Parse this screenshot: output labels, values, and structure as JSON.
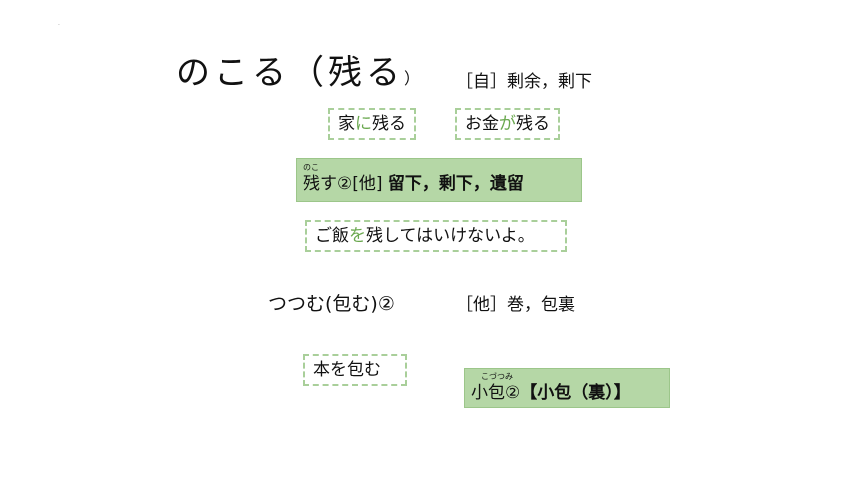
{
  "slide": {
    "dot": "·",
    "title_main": "のこる（残る",
    "title_close": "）",
    "def_nokoru": "［自］剰余，剰下",
    "ex_ie_1": "家",
    "ex_ie_particle": "に",
    "ex_ie_2": "残る",
    "ex_okane_1": "お金",
    "ex_okane_particle": "が",
    "ex_okane_2": "残る",
    "nokosu_ruby": "のこ",
    "nokosu_head": "残す②[他] ",
    "nokosu_meaning": "留下，剰下，遺留",
    "ex_gohan_1": "ご飯",
    "ex_gohan_particle": "を",
    "ex_gohan_2": "残してはいけないよ。",
    "tsutsumu_head": "つつむ(包む)②",
    "def_tsutsumu": "［他］巻，包裏",
    "ex_hon": "本を包む",
    "kozutsumi_ruby": "こづつみ",
    "kozutsumi_head": "小包②",
    "kozutsumi_meaning": "【小包（裏）】"
  },
  "colors": {
    "accent_green": "#6aa84f",
    "box_fill": "#b5d7a6",
    "dashed_border": "#a9cf9a"
  }
}
